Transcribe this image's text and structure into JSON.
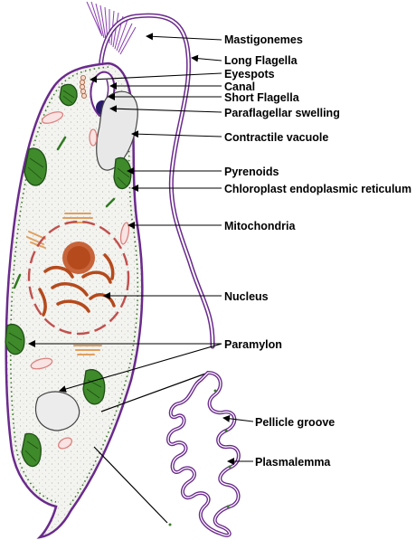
{
  "labels": {
    "mastigonemes": "Mastigonemes",
    "long_flagella": "Long Flagella",
    "eyespots": "Eyespots",
    "canal": "Canal",
    "short_flagella": "Short Flagella",
    "paraflagellar_swelling": "Paraflagellar swelling",
    "contractile_vacuole": "Contractile vacuole",
    "pyrenoids": "Pyrenoids",
    "chloroplast_er": "Chloroplast endoplasmic reticulum",
    "mitochondria": "Mitochondria",
    "nucleus": "Nucleus",
    "paramylon": "Paramylon",
    "pellicle_groove": "Pellicle groove",
    "plasmalemma": "Plasmalemma"
  },
  "colors": {
    "membrane": "#6a2a8c",
    "cytoplasm": "#f2f2ee",
    "chloroplast": "#3f8a2a",
    "chloroplast_dark": "#1e4f16",
    "nucleus": "#b54a1c",
    "mitochondria": "#d9837f",
    "golgi": "#e0a060",
    "vacuole": "#e9e9e9",
    "pellicle_dots": "#3a7a2a"
  }
}
